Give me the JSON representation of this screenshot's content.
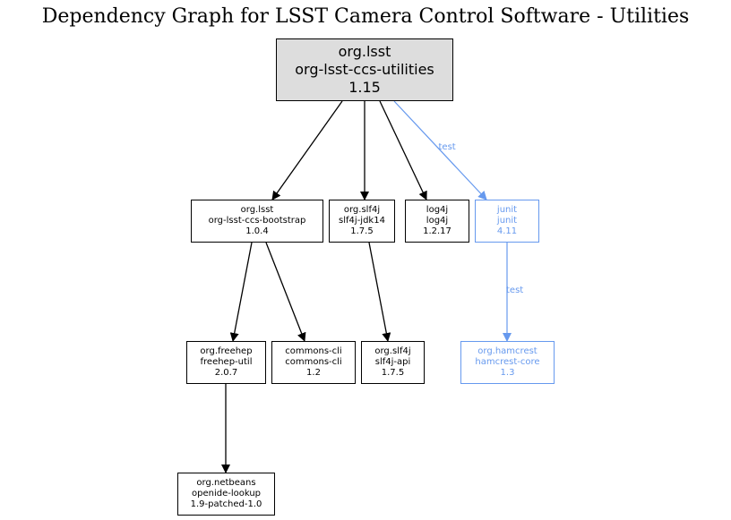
{
  "title": "Dependency Graph for LSST Camera Control Software - Utilities",
  "colors": {
    "default": "#000000",
    "test": "#6699ee",
    "root_fill": "#dddddd"
  },
  "nodes": {
    "root": {
      "group": "org.lsst",
      "artifact": "org-lsst-ccs-utilities",
      "version": "1.15"
    },
    "bootstrap": {
      "group": "org.lsst",
      "artifact": "org-lsst-ccs-bootstrap",
      "version": "1.0.4"
    },
    "slf4j_jdk14": {
      "group": "org.slf4j",
      "artifact": "slf4j-jdk14",
      "version": "1.7.5"
    },
    "log4j": {
      "group": "log4j",
      "artifact": "log4j",
      "version": "1.2.17"
    },
    "junit": {
      "group": "junit",
      "artifact": "junit",
      "version": "4.11"
    },
    "freehep": {
      "group": "org.freehep",
      "artifact": "freehep-util",
      "version": "2.0.7"
    },
    "commons_cli": {
      "group": "commons-cli",
      "artifact": "commons-cli",
      "version": "1.2"
    },
    "slf4j_api": {
      "group": "org.slf4j",
      "artifact": "slf4j-api",
      "version": "1.7.5"
    },
    "hamcrest": {
      "group": "org.hamcrest",
      "artifact": "hamcrest-core",
      "version": "1.3"
    },
    "netbeans": {
      "group": "org.netbeans",
      "artifact": "openide-lookup",
      "version": "1.9-patched-1.0"
    }
  },
  "edges": [
    {
      "from": "root",
      "to": "bootstrap",
      "scope": ""
    },
    {
      "from": "root",
      "to": "slf4j_jdk14",
      "scope": ""
    },
    {
      "from": "root",
      "to": "log4j",
      "scope": ""
    },
    {
      "from": "root",
      "to": "junit",
      "scope": "test"
    },
    {
      "from": "bootstrap",
      "to": "freehep",
      "scope": ""
    },
    {
      "from": "bootstrap",
      "to": "commons_cli",
      "scope": ""
    },
    {
      "from": "slf4j_jdk14",
      "to": "slf4j_api",
      "scope": ""
    },
    {
      "from": "junit",
      "to": "hamcrest",
      "scope": "test"
    },
    {
      "from": "freehep",
      "to": "netbeans",
      "scope": ""
    }
  ]
}
